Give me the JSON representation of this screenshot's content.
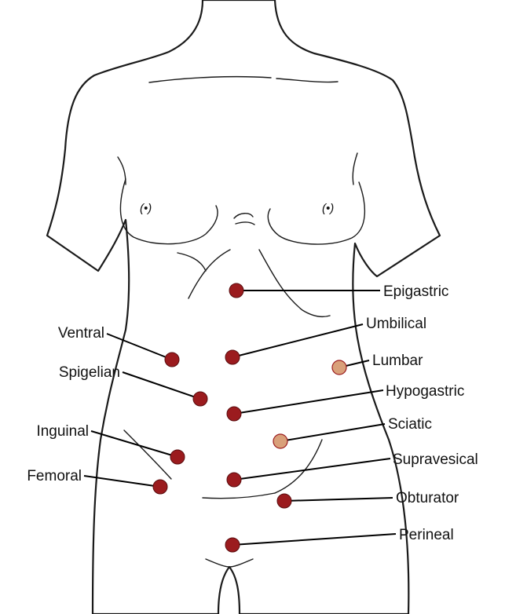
{
  "colors": {
    "skin": "#fbeee0",
    "outline": "#1a1a1a",
    "hernia_dot": "#9b1b1e",
    "posterior_dot": "#d9a07a",
    "leader": "#000000"
  },
  "sites": [
    {
      "id": "epigastric",
      "label": "Epigastric",
      "type": "anterior"
    },
    {
      "id": "umbilical",
      "label": "Umbilical",
      "type": "anterior"
    },
    {
      "id": "lumbar",
      "label": "Lumbar",
      "type": "posterior"
    },
    {
      "id": "hypogastric",
      "label": "Hypogastric",
      "type": "anterior"
    },
    {
      "id": "sciatic",
      "label": "Sciatic",
      "type": "posterior"
    },
    {
      "id": "supravesical",
      "label": "Supravesical",
      "type": "anterior"
    },
    {
      "id": "obturator",
      "label": "Obturator",
      "type": "anterior"
    },
    {
      "id": "perineal",
      "label": "Perineal",
      "type": "anterior"
    },
    {
      "id": "ventral",
      "label": "Ventral",
      "type": "anterior"
    },
    {
      "id": "spigelian",
      "label": "Spigelian",
      "type": "anterior"
    },
    {
      "id": "inguinal",
      "label": "Inguinal",
      "type": "anterior"
    },
    {
      "id": "femoral",
      "label": "Femoral",
      "type": "anterior"
    }
  ]
}
